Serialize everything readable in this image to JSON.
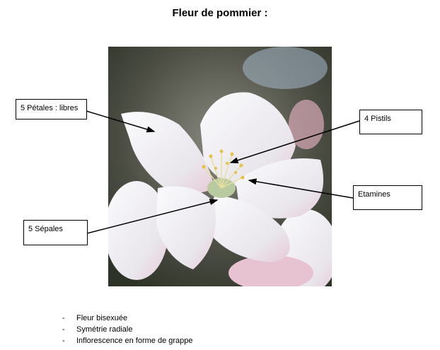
{
  "title": "Fleur de pommier :",
  "labels": {
    "petales": "5 Pétales : libres",
    "pistils": "4 Pistils",
    "etamines": "Etamines",
    "sepales": "5 Sépales"
  },
  "bullets": [
    "Fleur bisexuée",
    "Symétrie radiale",
    "Inflorescence en forme de grappe"
  ]
}
